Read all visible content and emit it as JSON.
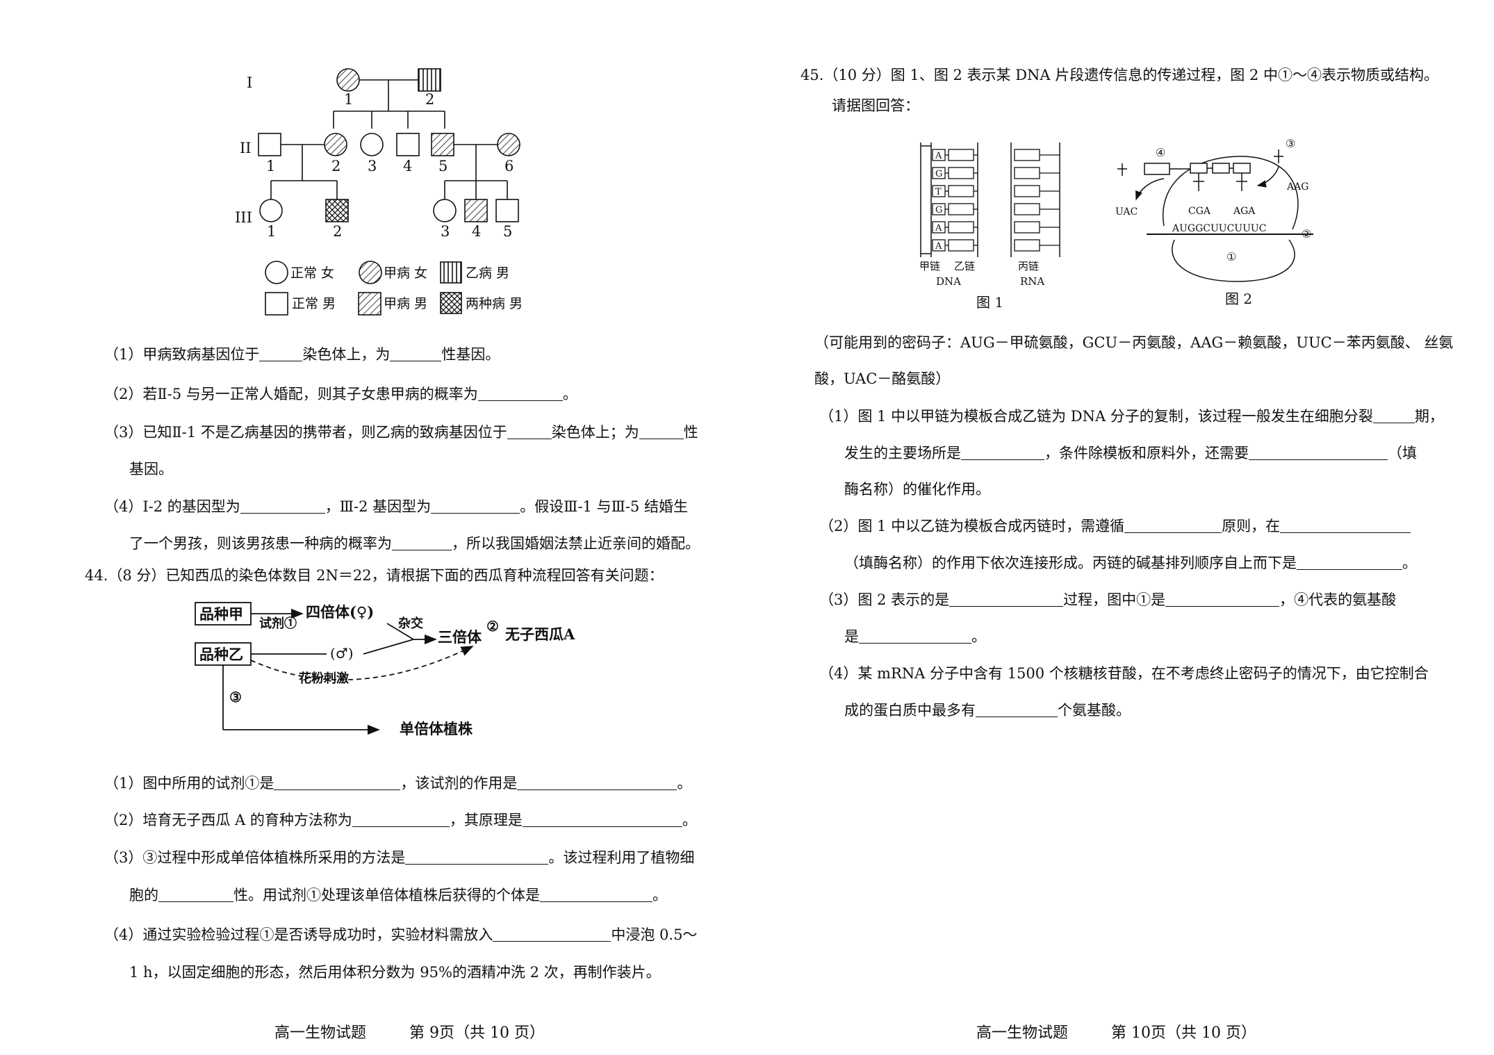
{
  "left": {
    "pedigree": {
      "gen_labels": [
        "I",
        "II",
        "III"
      ],
      "gen1": [
        "1",
        "2"
      ],
      "gen2": [
        "1",
        "2",
        "3",
        "4",
        "5",
        "6"
      ],
      "gen3": [
        "1",
        "2",
        "3",
        "4",
        "5"
      ],
      "legend": {
        "normal_female": "正常 女",
        "jia_female": "甲病 女",
        "yi_male": "乙病 男",
        "normal_male": "正常 男",
        "jia_male": "甲病 男",
        "both_male": "两种病 男"
      }
    },
    "q43": {
      "l1a": "（1）甲病致病基因位于",
      "l1b": "染色体上，为",
      "l1c": "性基因。",
      "l2a": "（2）若Ⅱ-5 与另一正常人婚配，则其子女患甲病的概率为",
      "l2b": "。",
      "l3a": "（3）已知Ⅱ-1 不是乙病基因的携带者，则乙病的致病基因位于",
      "l3b": "染色体上；为",
      "l3c": "性",
      "l4": "基因。",
      "l5a": "（4）Ⅰ-2 的基因型为",
      "l5b": "，Ⅲ-2 基因型为",
      "l5c": "。假设Ⅲ-1 与Ⅲ-5 结婚生",
      "l6a": "了一个男孩，则该男孩患一种病的概率为",
      "l6b": "，所以我国婚姻法禁止近亲间的婚配。"
    },
    "q44": {
      "intro": "44.（8 分）已知西瓜的染色体数目 2N＝22，请根据下面的西瓜育种流程回答有关问题：",
      "flow": {
        "box1": "品种甲",
        "box2": "品种乙",
        "reagent": "试剂①",
        "tetraploid": "四倍体(♀)",
        "male": "(♂)",
        "cross": "杂交",
        "triploid": "三倍体",
        "step2": "②",
        "seedless": "无子西瓜A",
        "pollen": "花粉刺激",
        "step3": "③",
        "haploid": "单倍体植株"
      },
      "l1a": "（1）图中所用的试剂①是",
      "l1b": "，该试剂的作用是",
      "l1c": "。",
      "l2a": "（2）培育无子西瓜 A 的育种方法称为",
      "l2b": "，其原理是",
      "l2c": "。",
      "l3a": "（3）③过程中形成单倍体植株所采用的方法是",
      "l3b": "。该过程利用了植物细",
      "l4a": "胞的",
      "l4b": "性。用试剂①处理该单倍体植株后获得的个体是",
      "l4c": "。",
      "l5a": "（4）通过实验检验过程①是否诱导成功时，实验材料需放入",
      "l5b": "中浸泡 0.5～",
      "l6": "1 h，以固定细胞的形态，然后用体积分数为 95%的酒精冲洗 2 次，再制作装片。"
    },
    "footer": {
      "subject": "高一生物试题",
      "page": "第 9页（共 10 页）"
    }
  },
  "right": {
    "q45": {
      "intro1": "45.（10 分）图 1、图 2 表示某 DNA 片段遗传信息的传递过程，图 2 中①～④表示物质或结构。",
      "intro2": "请据图回答：",
      "fig1": {
        "bases": [
          "A",
          "G",
          "T",
          "G",
          "A",
          "A"
        ],
        "jia": "甲链",
        "yi": "乙链",
        "bing": "丙链",
        "dna": "DNA",
        "rna": "RNA",
        "caption": "图 1"
      },
      "fig2": {
        "m1": "①",
        "m2": "②",
        "m3": "③",
        "m4": "④",
        "uac": "UAC",
        "cga": "CGA",
        "aga": "AGA",
        "aag": "AAG",
        "mrna": "AUGGCUUCUUUC",
        "caption": "图 2"
      },
      "codon1": "（可能用到的密码子：AUG－甲硫氨酸，GCU－丙氨酸，AAG－赖氨酸，UUC－苯丙氨酸、 丝氨",
      "codon2": "酸，UAC－酪氨酸）",
      "l1a": "（1）图 1 中以甲链为模板合成乙链为 DNA 分子的复制，该过程一般发生在细胞分裂",
      "l1b": "期，",
      "l2a": "发生的主要场所是",
      "l2b": "，条件除模板和原料外，还需要",
      "l2c": "（填",
      "l3": "酶名称）的催化作用。",
      "l4a": "（2）图 1 中以乙链为模板合成丙链时，需遵循",
      "l4b": "原则，在",
      "l5a": "（填酶名称）的作用下依次连接形成。丙链的碱基排列顺序自上而下是",
      "l5b": "。",
      "l6a": "（3）图 2 表示的是",
      "l6b": "过程，图中①是",
      "l6c": "，④代表的氨基酸",
      "l7a": "是",
      "l7b": "。",
      "l8": "（4）某 mRNA 分子中含有 1500 个核糖核苷酸，在不考虑终止密码子的情况下，由它控制合",
      "l9a": "成的蛋白质中最多有",
      "l9b": "个氨基酸。"
    },
    "footer": {
      "subject": "高一生物试题",
      "page": "第 10页（共 10 页）"
    }
  }
}
